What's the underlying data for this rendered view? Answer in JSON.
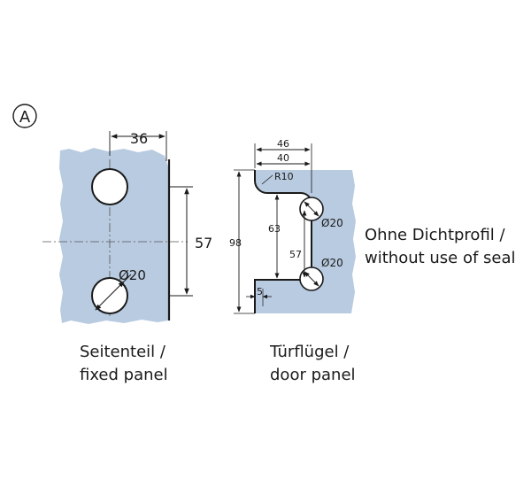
{
  "colors": {
    "panel_fill": "#b9cbe0",
    "hole_fill": "#ffffff",
    "line": "#1a1a1a",
    "background": "#ffffff"
  },
  "label_a": "A",
  "fixed_panel": {
    "dim_top": "36",
    "dim_right": "57",
    "hole_label": "Ø20",
    "caption_line1": "Seitenteil /",
    "caption_line2": "fixed panel"
  },
  "door_panel": {
    "dim_46": "46",
    "dim_40": "40",
    "radius": "R10",
    "dim_98": "98",
    "dim_63": "63",
    "dim_57": "57",
    "dim_5": "5",
    "hole_label_top": "Ø20",
    "hole_label_bottom": "Ø20",
    "caption_line1": "Türflügel /",
    "caption_line2": "door panel"
  },
  "note": {
    "line1": "Ohne Dichtprofil /",
    "line2": "without use of seal"
  }
}
